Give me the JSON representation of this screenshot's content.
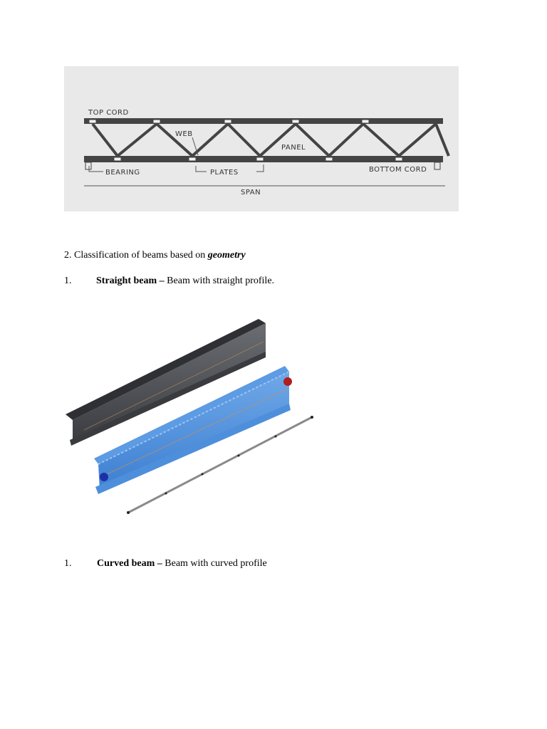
{
  "truss_figure": {
    "labels": {
      "top_cord": "TOP CORD",
      "web": "WEB",
      "panel": "PANEL",
      "bearing": "BEARING",
      "plates": "PLATES",
      "bottom_cord": "BOTTOM CORD",
      "span": "SPAN"
    }
  },
  "section": {
    "heading_prefix": "2. Classification of beams based on ",
    "heading_emphasis": "geometry"
  },
  "items": [
    {
      "number": "1.",
      "term": "Straight beam –",
      "description": " Beam with straight profile."
    },
    {
      "number": "1.",
      "term": "Curved beam –",
      "description": " Beam with curved profile"
    }
  ]
}
